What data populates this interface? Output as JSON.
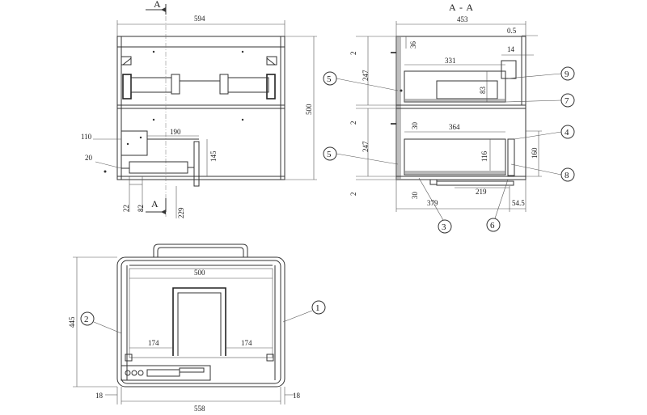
{
  "section_title": "A - A",
  "section_marker": "A",
  "front_view": {
    "width_594": "594",
    "height_500": "500",
    "d_110": "110",
    "d_20": "20",
    "d_190": "190",
    "d_145": "145",
    "d_22": "22",
    "d_82": "82",
    "d_229": "229"
  },
  "section_view": {
    "d_453": "453",
    "d_0_5": "0.5",
    "d_36": "36",
    "d_14": "14",
    "d_2_top": "2",
    "d_331": "331",
    "d_247_upper": "247",
    "d_83": "83",
    "d_2_mid": "2",
    "d_30_upper": "30",
    "d_364": "364",
    "d_247_lower": "247",
    "d_116": "116",
    "d_160": "160",
    "d_2_low": "2",
    "d_30_lower": "30",
    "d_219": "219",
    "d_379": "379",
    "d_54_5": "54.5"
  },
  "plan_view": {
    "d_500": "500",
    "d_445": "445",
    "d_174_left": "174",
    "d_174_right": "174",
    "d_18_left": "18",
    "d_18_right": "18",
    "d_558": "558"
  },
  "callouts": [
    "1",
    "2",
    "3",
    "4",
    "5",
    "5",
    "6",
    "7",
    "8",
    "9"
  ]
}
